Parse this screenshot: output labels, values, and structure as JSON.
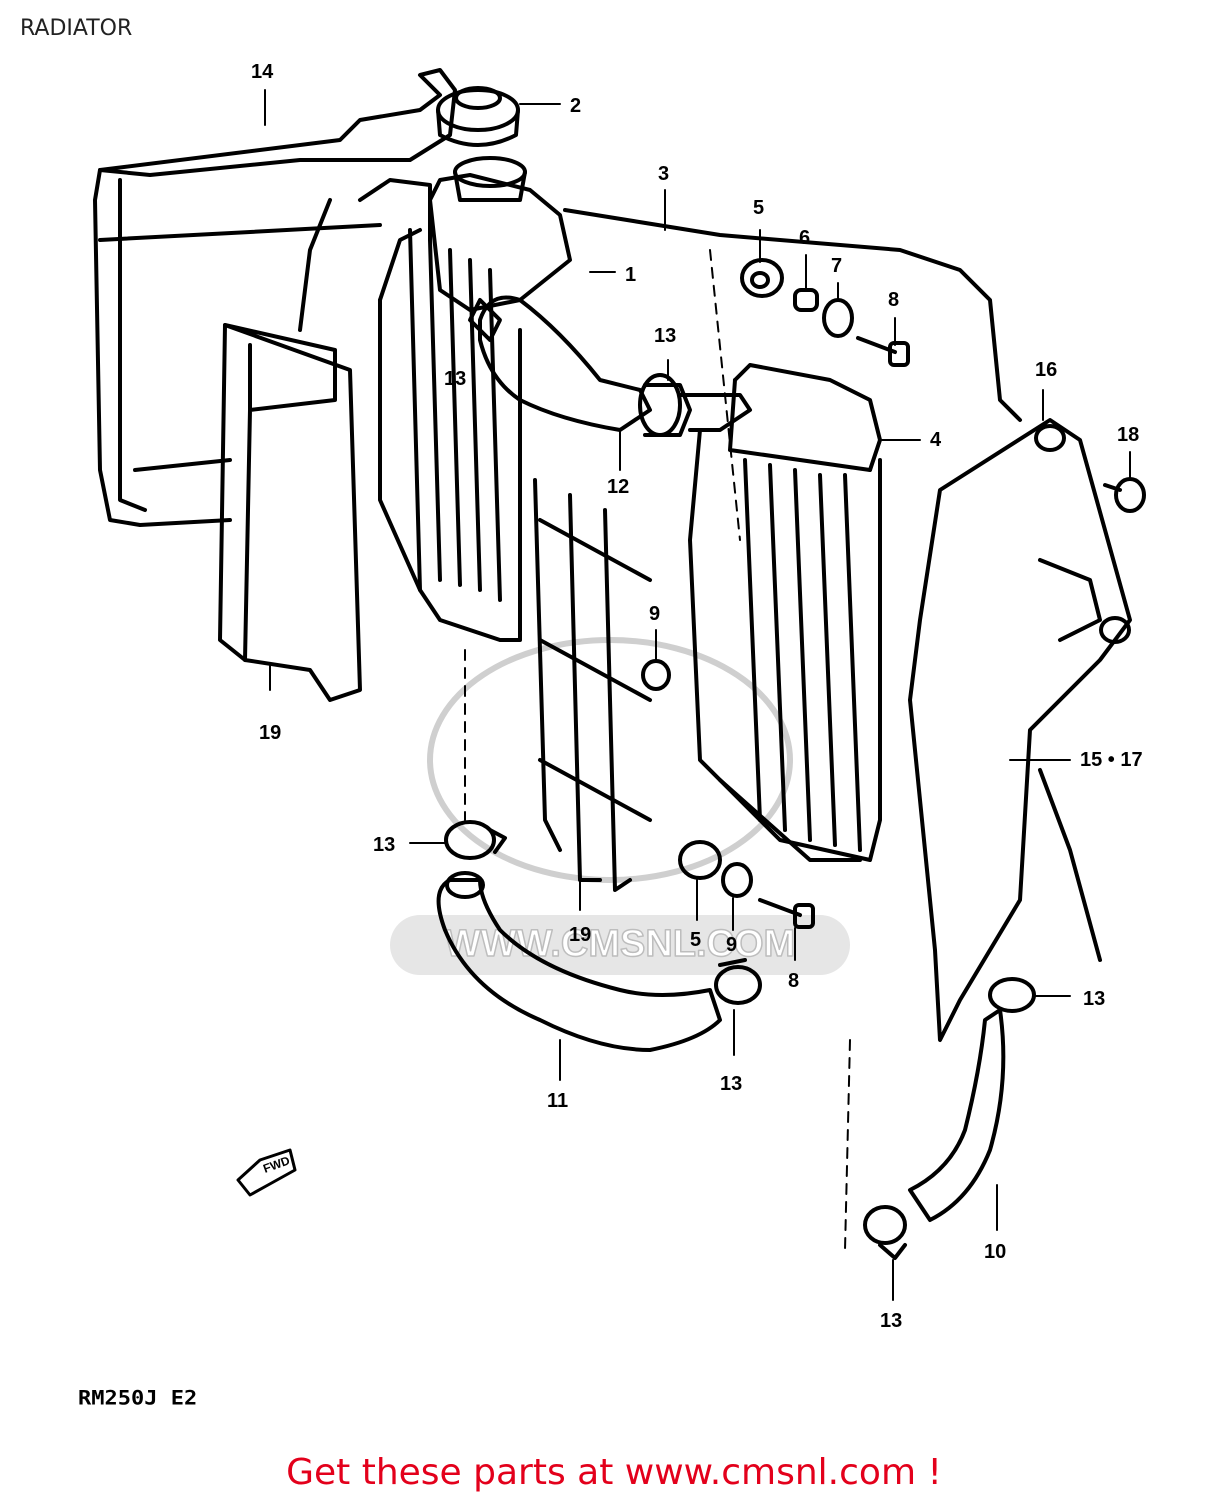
{
  "header": {
    "title": "RADIATOR"
  },
  "footer": {
    "model_code": "RM250J  E2",
    "promo": "Get these parts at www.cmsnl.com !"
  },
  "watermark": {
    "text": "WWW.CMSNL.COM"
  },
  "arrow": {
    "text": "FWD"
  },
  "callouts": [
    {
      "id": "c1",
      "label": "1"
    },
    {
      "id": "c2",
      "label": "2"
    },
    {
      "id": "c3",
      "label": "3"
    },
    {
      "id": "c4",
      "label": "4"
    },
    {
      "id": "c5a",
      "label": "5"
    },
    {
      "id": "c5b",
      "label": "5"
    },
    {
      "id": "c6",
      "label": "6"
    },
    {
      "id": "c7",
      "label": "7"
    },
    {
      "id": "c8a",
      "label": "8"
    },
    {
      "id": "c8b",
      "label": "8"
    },
    {
      "id": "c9a",
      "label": "9"
    },
    {
      "id": "c9b",
      "label": "9"
    },
    {
      "id": "c10",
      "label": "10"
    },
    {
      "id": "c11",
      "label": "11"
    },
    {
      "id": "c12",
      "label": "12"
    },
    {
      "id": "c13a",
      "label": "13"
    },
    {
      "id": "c13b",
      "label": "13"
    },
    {
      "id": "c13c",
      "label": "13"
    },
    {
      "id": "c13d",
      "label": "13"
    },
    {
      "id": "c13e",
      "label": "13"
    },
    {
      "id": "c13f",
      "label": "13"
    },
    {
      "id": "c14",
      "label": "14"
    },
    {
      "id": "c1517",
      "label": "15 • 17"
    },
    {
      "id": "c16",
      "label": "16"
    },
    {
      "id": "c18",
      "label": "18"
    },
    {
      "id": "c19a",
      "label": "19"
    },
    {
      "id": "c19b",
      "label": "19"
    }
  ]
}
